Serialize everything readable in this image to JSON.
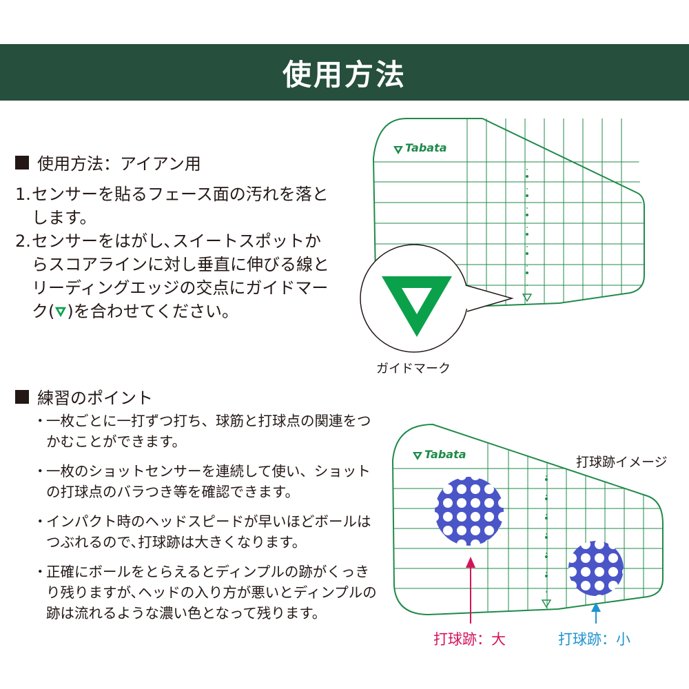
{
  "header": {
    "title": "使用方法"
  },
  "usage": {
    "heading": "使用方法：アイアン用",
    "steps": [
      {
        "num": "1.",
        "text": "センサーを貼るフェース面の汚れを落とします。"
      },
      {
        "num": "2.",
        "text_before": "センサーをはがし､スイートスポットからスコアラインに対し垂直に伸びる線とリーディングエッジの交点にガイドマーク(",
        "text_after": ")を合わせてください。"
      }
    ]
  },
  "practice": {
    "heading": "練習のポイント",
    "bullets": [
      "一枚ごとに一打ずつ打ち、球筋と打球点の関連をつかむことができます。",
      "一枚のショットセンサーを連続して使い、ショットの打球点のバラつき等を確認できます。",
      "インパクト時のヘッドスピードが早いほどボールはつぶれるので､打球跡は大きくなります。",
      "正確にボールをとらえるとディンプルの跡がくっきり残りますが､ヘッドの入り方が悪いとディンプルの跡は流れるような濃い色となって残ります。"
    ]
  },
  "figure1": {
    "brand": "Tabata",
    "caption": "ガイドマーク"
  },
  "figure2": {
    "brand": "Tabata",
    "image_label": "打球跡イメージ",
    "large_label": "打球跡：大",
    "small_label": "打球跡：小"
  },
  "colors": {
    "banner": "#264f3d",
    "line": "#1f8a4a",
    "mark": "#0aa14a",
    "magenta": "#d4145a",
    "cyan": "#1f93d0",
    "impact": "#4a55c8"
  }
}
